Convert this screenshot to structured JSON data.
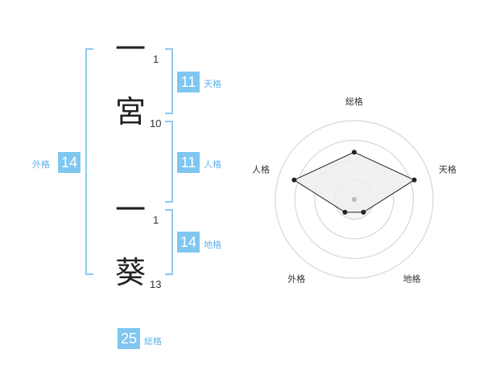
{
  "name": {
    "chars": [
      {
        "char": "一",
        "strokes": "1"
      },
      {
        "char": "宮",
        "strokes": "10"
      },
      {
        "char": "一",
        "strokes": "1"
      },
      {
        "char": "葵",
        "strokes": "13"
      }
    ]
  },
  "kaku": {
    "tenkaku": {
      "value": "11",
      "label": "天格"
    },
    "jinkaku": {
      "value": "11",
      "label": "人格"
    },
    "chikaku": {
      "value": "14",
      "label": "地格"
    },
    "gaikaku": {
      "value": "14",
      "label": "外格"
    },
    "soukaku": {
      "value": "25",
      "label": "総格"
    }
  },
  "chart_data": {
    "type": "radar",
    "axes": [
      "総格",
      "天格",
      "地格",
      "外格",
      "人格"
    ],
    "rings": 4,
    "values": [
      3,
      4,
      1,
      1,
      4
    ],
    "max": 5,
    "colors": {
      "fill": "#eeeeee",
      "line": "#222222",
      "grid": "#d0d0d0"
    }
  },
  "colors": {
    "accent": "#7fc6f0",
    "bracket": "#8dcaf0",
    "label": "#5cb3e8"
  }
}
